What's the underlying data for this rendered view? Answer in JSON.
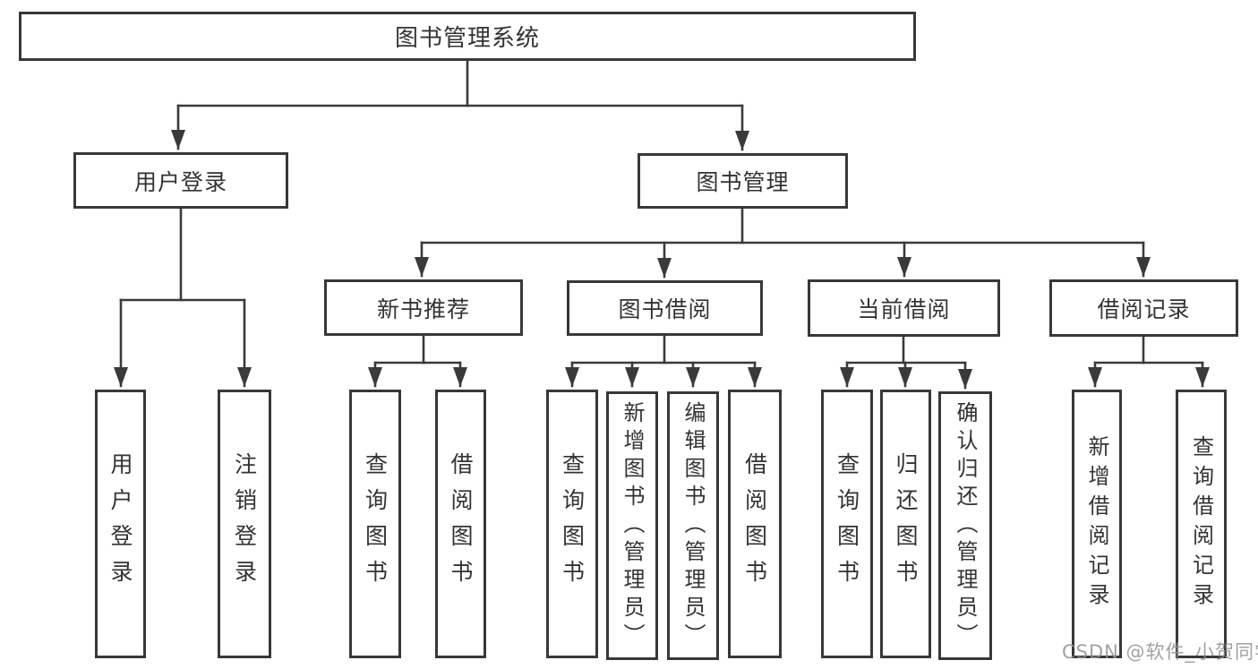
{
  "watermark": "CSDN @软件_小贺同学",
  "tree": {
    "label": "图书管理系统",
    "children": [
      {
        "label": "用户登录",
        "children": [
          "用户登录",
          "注销登录"
        ]
      },
      {
        "label": "图书管理",
        "children": [
          {
            "label": "新书推荐",
            "children": [
              "查询图书",
              "借阅图书"
            ]
          },
          {
            "label": "图书借阅",
            "children": [
              "查询图书",
              "新增图书（管理员）",
              "编辑图书（管理员）",
              "借阅图书"
            ]
          },
          {
            "label": "当前借阅",
            "children": [
              "查询图书",
              "归还图书",
              "确认归还（管理员）"
            ]
          },
          {
            "label": "借阅记录",
            "children": [
              "新增借阅记录",
              "查询借阅记录"
            ]
          }
        ]
      }
    ]
  },
  "colors": {
    "line": "#3a3a3a",
    "border": "#383838",
    "text": "#333333",
    "watermark": "#919191"
  }
}
